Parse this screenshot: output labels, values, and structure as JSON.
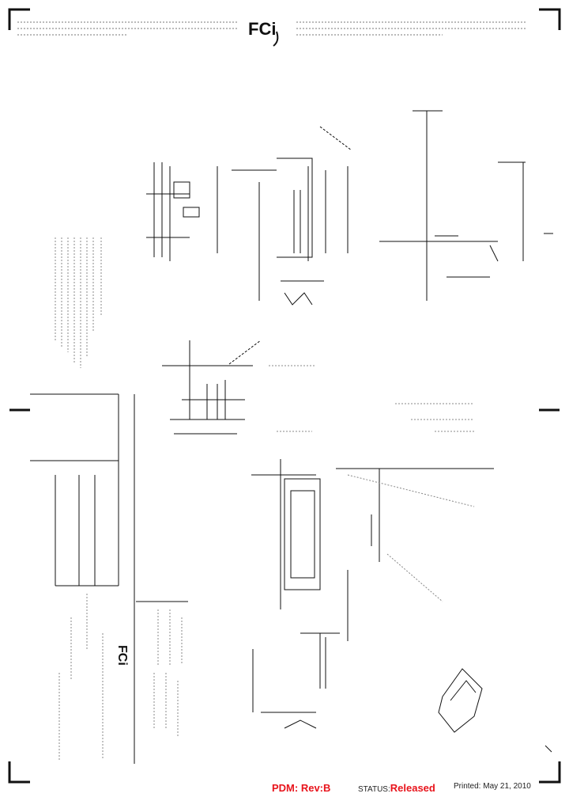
{
  "header": {
    "logo_text": "FCi",
    "logo_mark": "fci-logo"
  },
  "title_block": {
    "logo_text": "FCi"
  },
  "footer": {
    "pdm_label": "PDM: Rev:B",
    "status_label": "STATUS:",
    "status_value": "Released",
    "printed_label": "Printed: May 21, 2010"
  },
  "colors": {
    "accent_red": "#e8141c",
    "line": "#111111"
  }
}
